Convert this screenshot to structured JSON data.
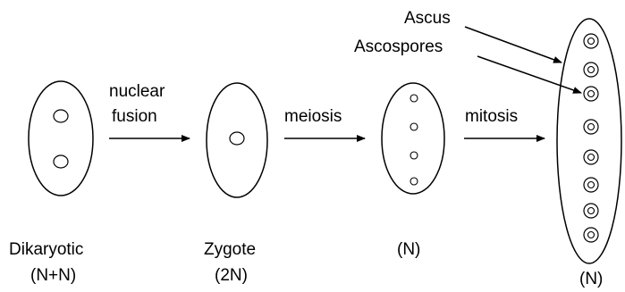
{
  "stages": [
    {
      "id": "dikaryotic",
      "name": "Dikaryotic",
      "ploidy": "(N+N)",
      "nuclei": 2
    },
    {
      "id": "zygote",
      "name": "Zygote",
      "ploidy": "(2N)",
      "nuclei": 1
    },
    {
      "id": "meiosis-product",
      "name": "",
      "ploidy": "(N)",
      "nuclei": 4
    },
    {
      "id": "ascus",
      "name": "",
      "ploidy": "(N)",
      "nuclei": 8
    }
  ],
  "transitions": [
    {
      "line1": "nuclear",
      "line2": "fusion"
    },
    {
      "line1": "meiosis"
    },
    {
      "line1": "mitosis"
    }
  ],
  "annotations": {
    "ascus": "Ascus",
    "ascospores": "Ascospores"
  }
}
